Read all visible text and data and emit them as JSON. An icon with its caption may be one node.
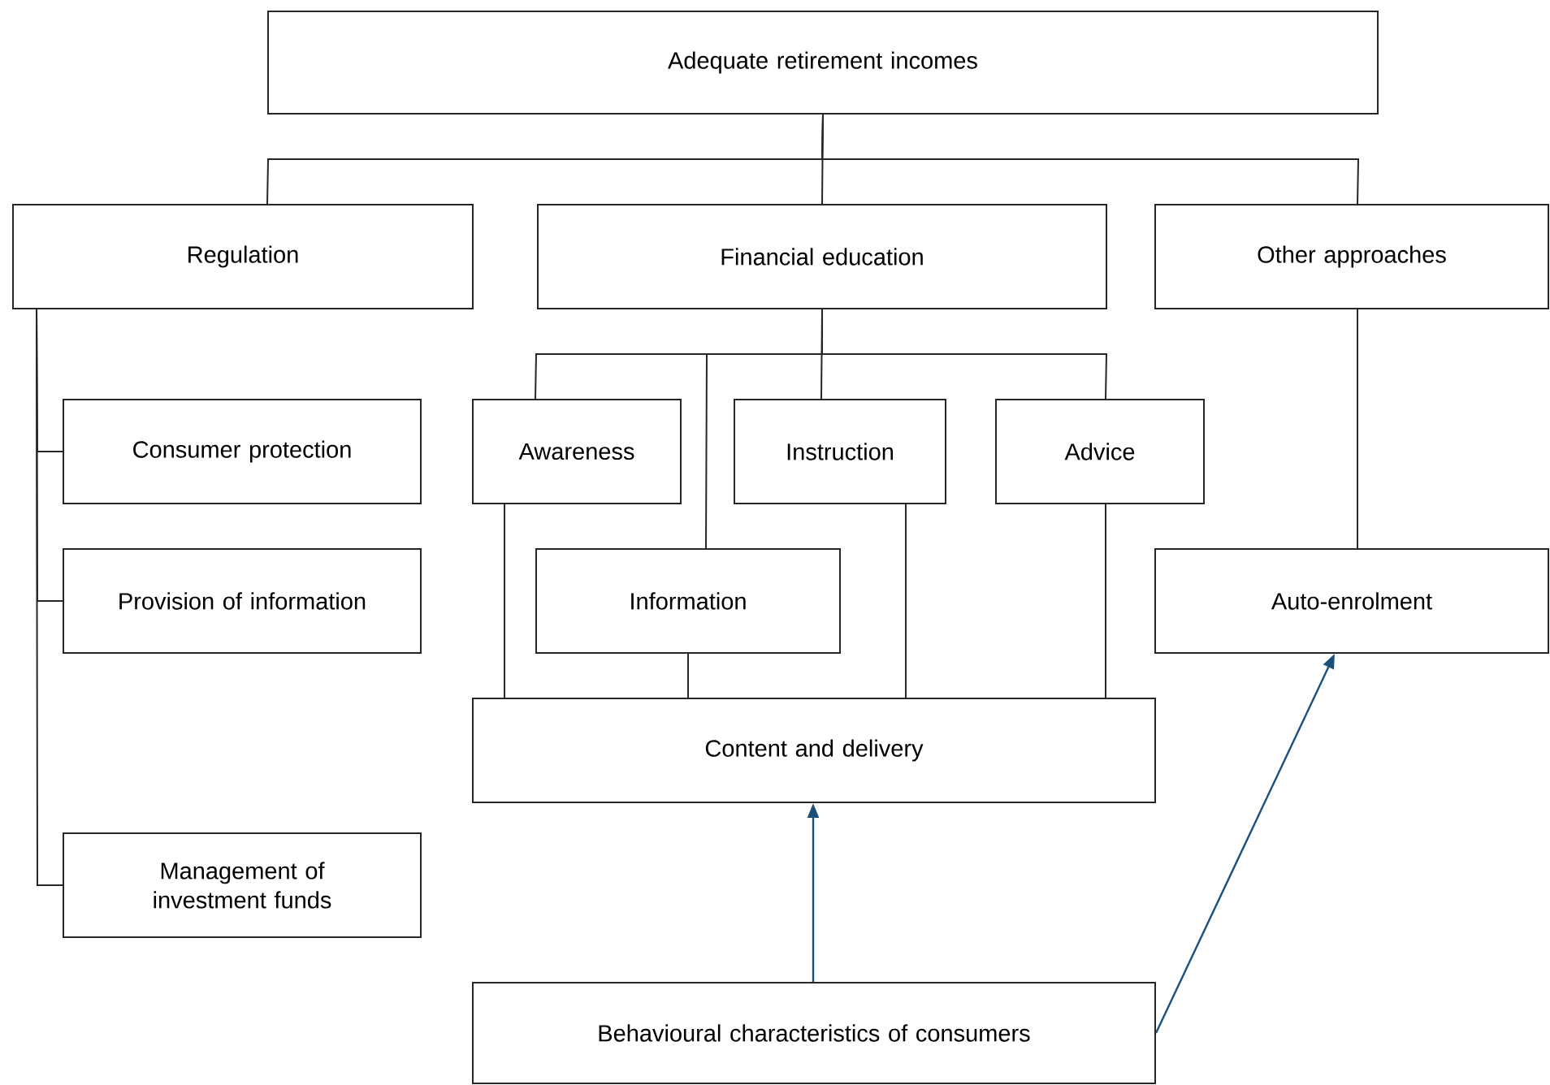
{
  "diagram": {
    "nodes": [
      {
        "text": [
          "Adequate retirement incomes"
        ]
      },
      {
        "text": [
          "Regulation"
        ]
      },
      {
        "text": [
          "Financial education"
        ]
      },
      {
        "text": [
          "Other approaches"
        ]
      },
      {
        "text": [
          "Consumer protection"
        ]
      },
      {
        "text": [
          "Provision of information"
        ]
      },
      {
        "text": [
          "Management of investment funds"
        ]
      },
      {
        "text": [
          "Awareness"
        ]
      },
      {
        "text": [
          "Instruction"
        ]
      },
      {
        "text": [
          "Advice"
        ]
      },
      {
        "text": [
          "Information"
        ]
      },
      {
        "text": [
          "Auto-enrolment"
        ]
      },
      {
        "text": [
          "Content and delivery"
        ]
      },
      {
        "text": [
          "Behavioural characteristics of consumers"
        ]
      }
    ],
    "edges": [
      {
        "from": 0,
        "to": 1,
        "arrow": "none"
      },
      {
        "from": 0,
        "to": 2,
        "arrow": "none"
      },
      {
        "from": 0,
        "to": 3,
        "arrow": "none"
      },
      {
        "from": 1,
        "to": 4,
        "arrow": "none"
      },
      {
        "from": 1,
        "to": 5,
        "arrow": "none"
      },
      {
        "from": 1,
        "to": 6,
        "arrow": "none"
      },
      {
        "from": 2,
        "to": 7,
        "arrow": "none"
      },
      {
        "from": 2,
        "to": 10,
        "arrow": "none"
      },
      {
        "from": 2,
        "to": 8,
        "arrow": "none"
      },
      {
        "from": 2,
        "to": 9,
        "arrow": "none"
      },
      {
        "from": 7,
        "to": 12,
        "arrow": "none"
      },
      {
        "from": 10,
        "to": 12,
        "arrow": "none"
      },
      {
        "from": 8,
        "to": 12,
        "arrow": "none"
      },
      {
        "from": 9,
        "to": 12,
        "arrow": "none"
      },
      {
        "from": 3,
        "to": 11,
        "arrow": "none"
      },
      {
        "from": 13,
        "to": 12,
        "arrow": "to",
        "color": "#1b4f7c"
      },
      {
        "from": 13,
        "to": 11,
        "arrow": "to",
        "color": "#1b4f7c"
      }
    ]
  }
}
